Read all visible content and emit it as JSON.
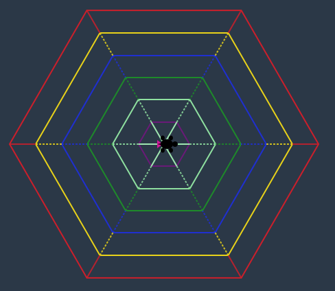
{
  "game": {
    "background_color": "#2b3847",
    "rings": [
      {
        "name": "red",
        "color": "#cc1f2b"
      },
      {
        "name": "yellow",
        "color": "#e8d21a"
      },
      {
        "name": "blue",
        "color": "#1f2fd1"
      },
      {
        "name": "green",
        "color": "#1e8a2a"
      },
      {
        "name": "light-green",
        "color": "#8fe0a0"
      },
      {
        "name": "purple",
        "color": "#6a1a78"
      }
    ],
    "spoke_color_outer": "#cc1f2b",
    "spoke_color_inner": "#9fe6b0",
    "player": {
      "icon": "turtle-icon",
      "color": "#000000",
      "accent_color": "#d1189a"
    }
  }
}
